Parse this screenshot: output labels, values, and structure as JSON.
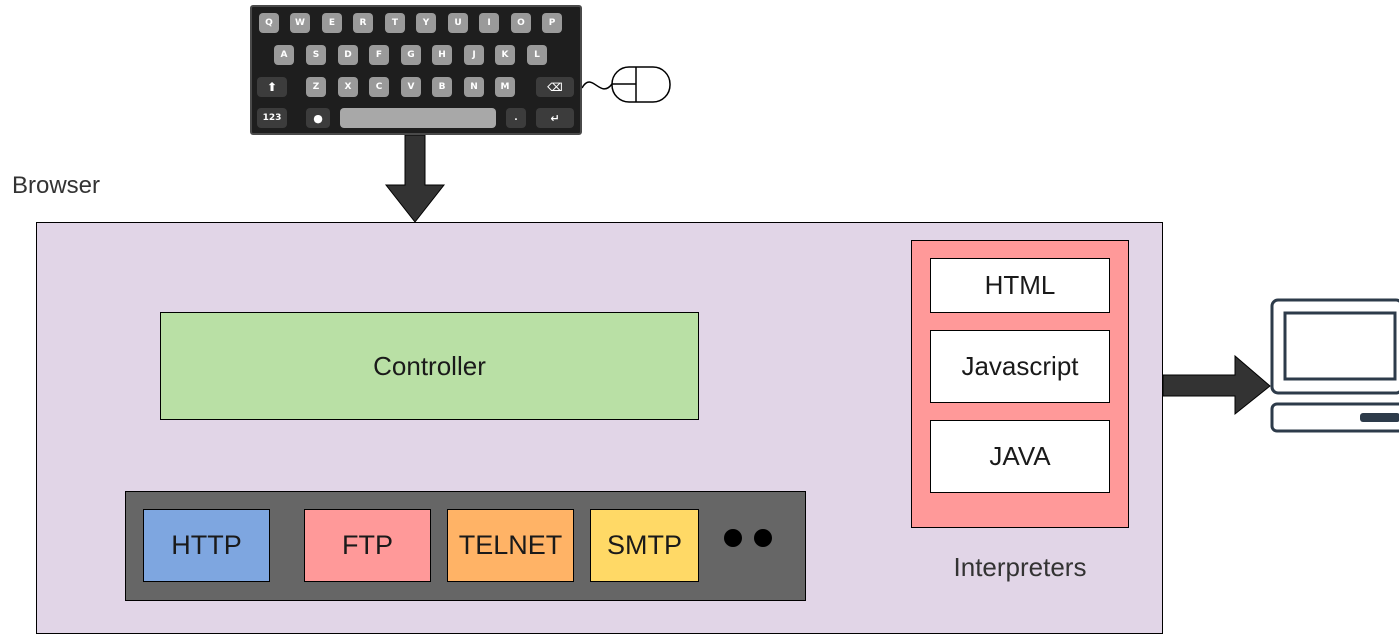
{
  "browser": {
    "label": "Browser"
  },
  "controller": {
    "label": "Controller"
  },
  "protocols": [
    {
      "label": "HTTP",
      "color": "#7ea6e0"
    },
    {
      "label": "FTP",
      "color": "#ff9999"
    },
    {
      "label": "TELNET",
      "color": "#ffb366"
    },
    {
      "label": "SMTP",
      "color": "#ffd966"
    }
  ],
  "interpreters": {
    "label": "Interpreters",
    "items": [
      {
        "label": "HTML"
      },
      {
        "label": "Javascript"
      },
      {
        "label": "JAVA"
      }
    ]
  },
  "keyboard": {
    "rows": [
      [
        "Q",
        "W",
        "E",
        "R",
        "T",
        "Y",
        "U",
        "I",
        "O",
        "P"
      ],
      [
        "A",
        "S",
        "D",
        "F",
        "G",
        "H",
        "J",
        "K",
        "L"
      ],
      [
        "Z",
        "X",
        "C",
        "V",
        "B",
        "N",
        "M"
      ]
    ],
    "numeric_key": "123",
    "period_key": "."
  },
  "icons": {
    "input": [
      "keyboard-icon",
      "mouse-icon"
    ],
    "output": "computer-icon",
    "more": "ellipsis-dots-icon"
  },
  "colors": {
    "browser_fill": "#e1d5e7",
    "controller_fill": "#b9e0a5",
    "protocol_tray": "#666666",
    "interpreters_fill": "#ff9999",
    "arrow_fill": "#333333"
  }
}
